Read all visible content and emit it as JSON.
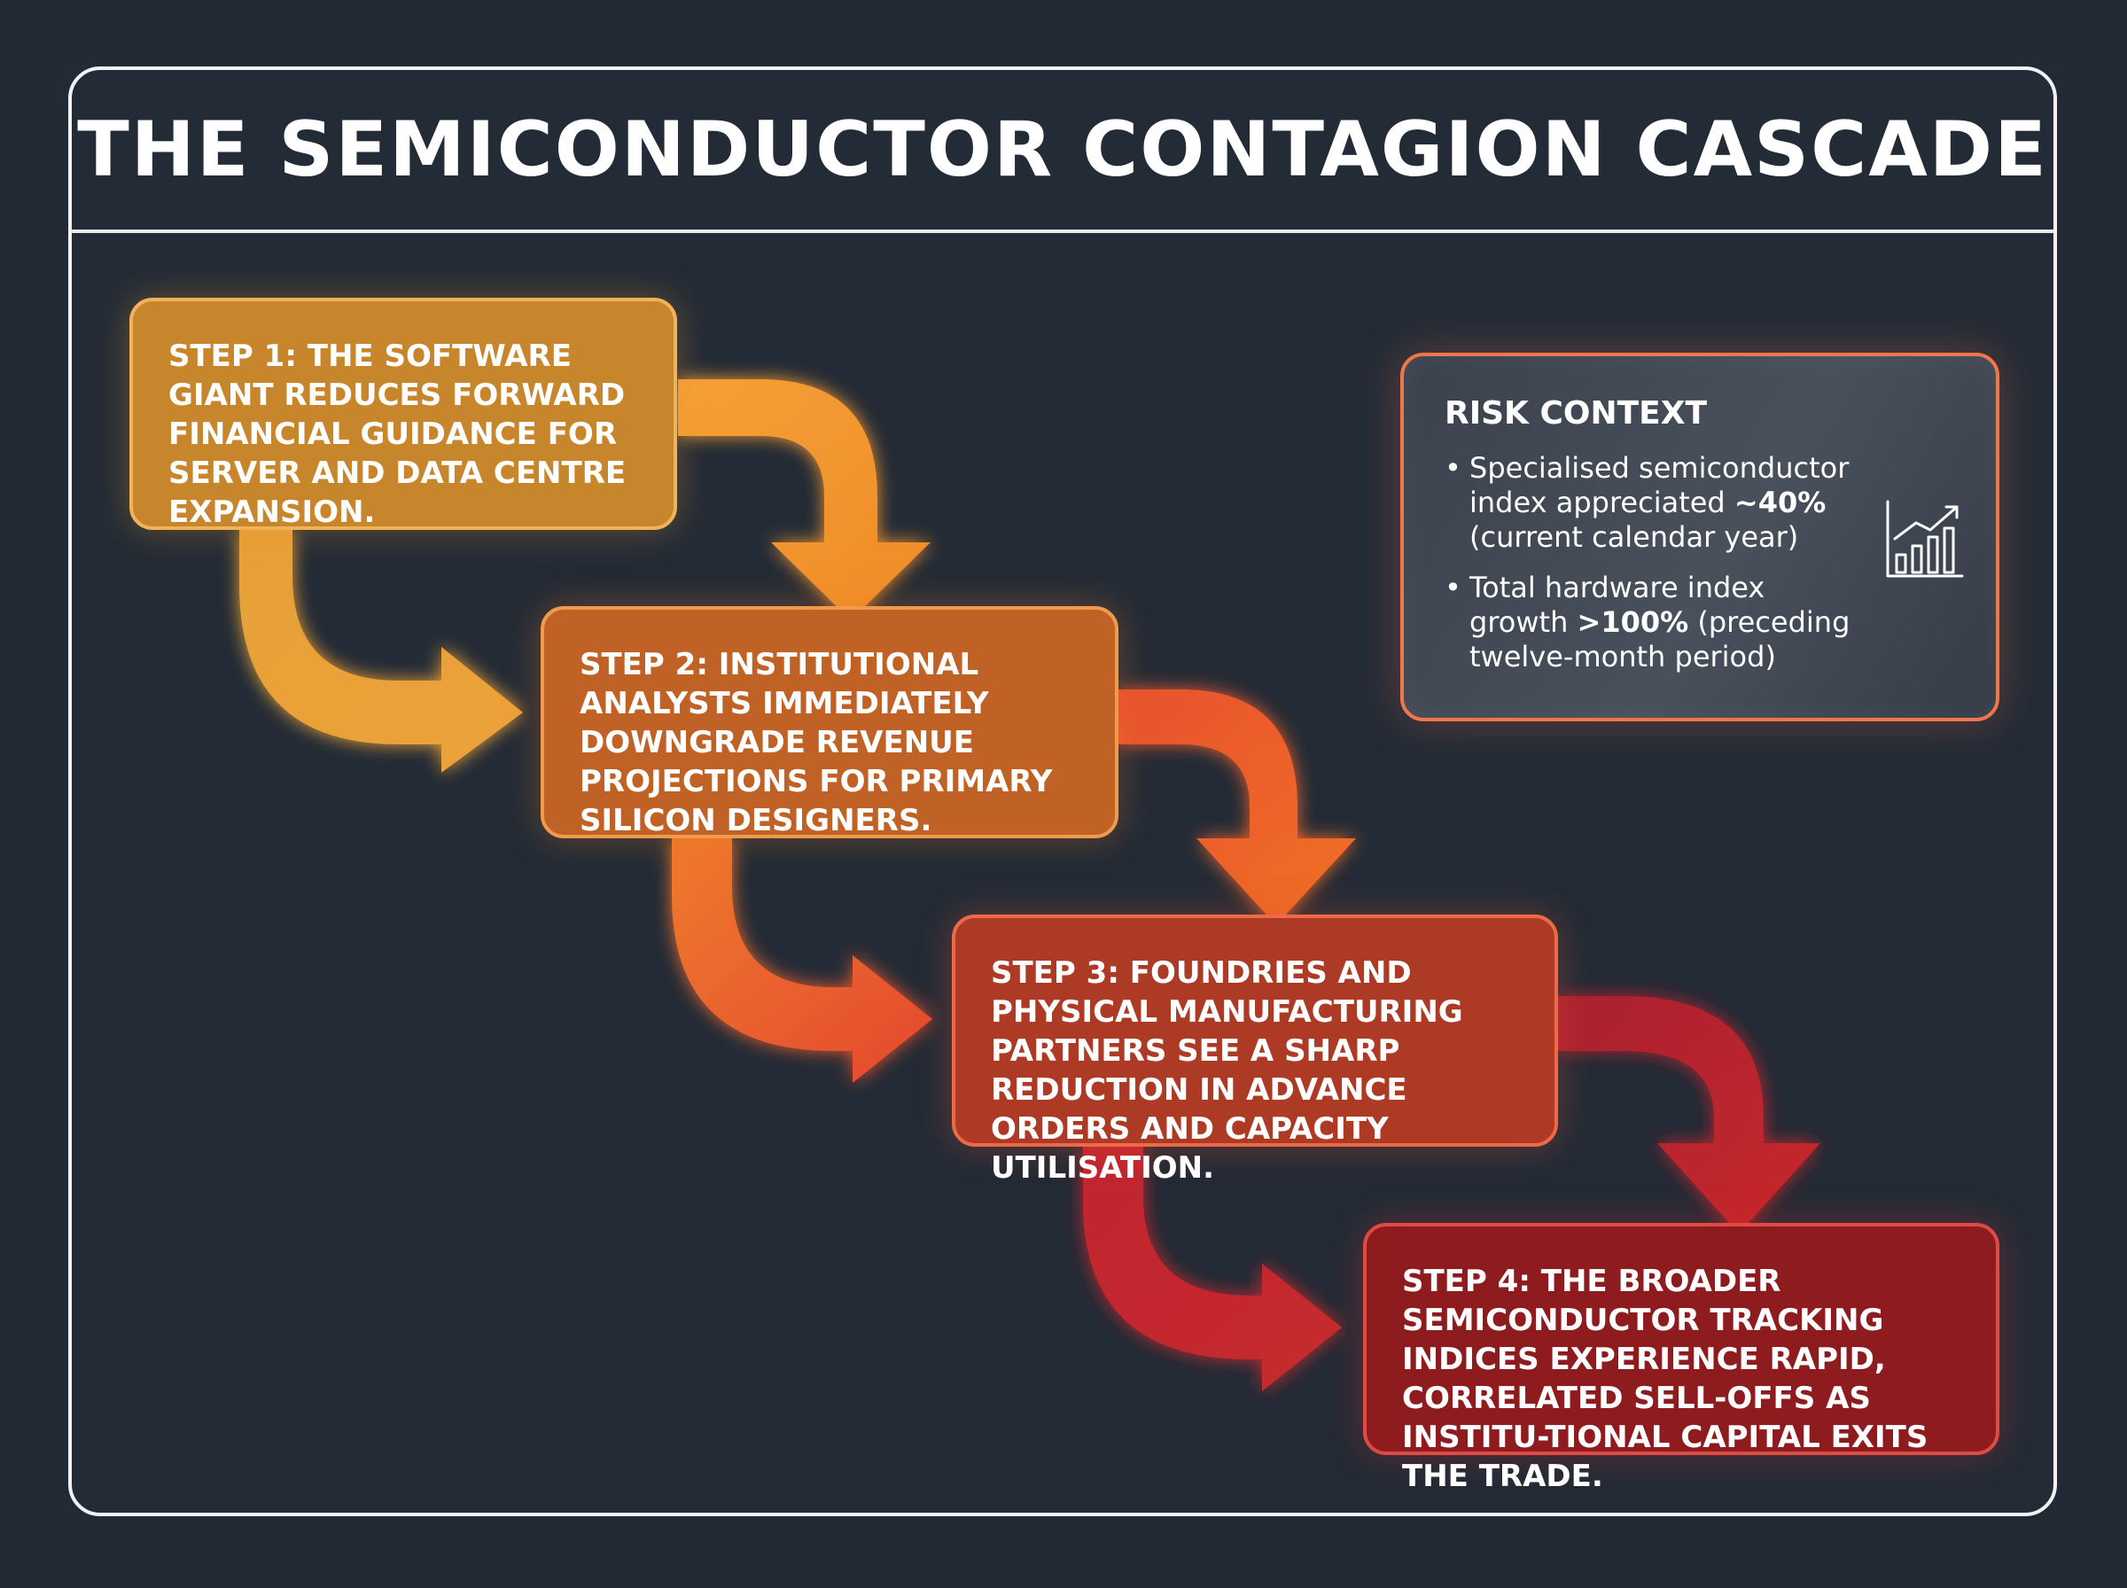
{
  "title": "THE SEMICONDUCTOR CONTAGION CASCADE",
  "steps": [
    {
      "text": "STEP 1: THE SOFTWARE GIANT REDUCES FORWARD FINANCIAL GUIDANCE FOR SERVER AND DATA CENTRE EXPANSION."
    },
    {
      "text": "STEP 2: INSTITUTIONAL ANALYSTS IMMEDIATELY DOWNGRADE REVENUE PROJECTIONS FOR PRIMARY SILICON DESIGNERS."
    },
    {
      "text": "STEP 3: FOUNDRIES AND PHYSICAL MANUFACTURING PARTNERS SEE A SHARP REDUCTION IN ADVANCE ORDERS AND CAPACITY UTILISATION."
    },
    {
      "text": "STEP 4: THE BROADER SEMICONDUCTOR TRACKING INDICES EXPERIENCE RAPID, CORRELATED SELL-OFFS AS INSTITU-TIONAL CAPITAL EXITS THE TRADE."
    }
  ],
  "risk_context": {
    "title": "RISK CONTEXT",
    "bullets": [
      {
        "before": "Specialised semiconductor index appreciated ",
        "bold": "~40%",
        "after": " (current calendar year)"
      },
      {
        "before": "Total hardware index growth ",
        "bold": ">100%",
        "after": " (preceding twelve-month period)"
      }
    ],
    "icon": "growth-chart-icon"
  },
  "colors": {
    "background": "#222a35",
    "step1": "#c8862c",
    "step2": "#c06226",
    "step3": "#ad3a25",
    "step4": "#8e1c1f",
    "risk_border": "#f0774a"
  }
}
